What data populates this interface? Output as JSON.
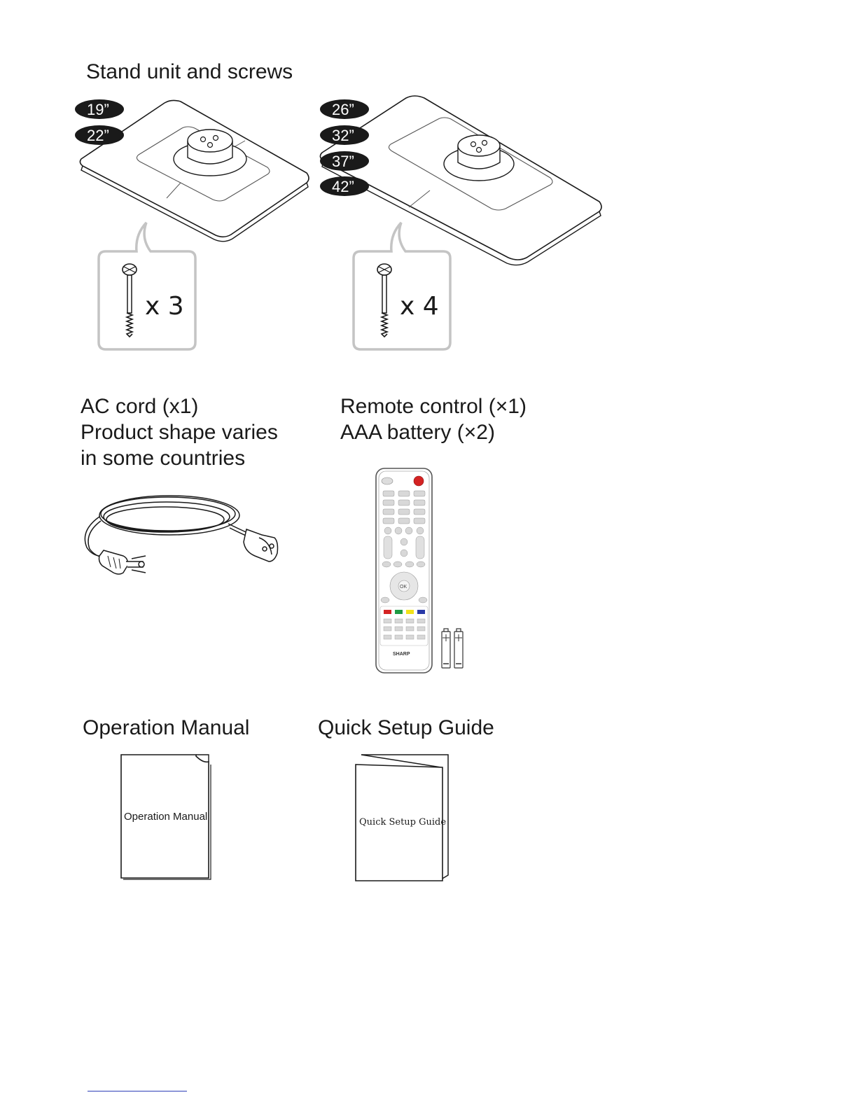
{
  "stand": {
    "title": "Stand unit and screws",
    "small_sizes": [
      "19”",
      "22”"
    ],
    "large_sizes": [
      "26”",
      "32”",
      "37”",
      "42”"
    ],
    "small_screws": "x 3",
    "large_screws": "x 4"
  },
  "ac_cord": {
    "line1": "AC cord (x1)",
    "line2": "Product shape varies",
    "line3": "in some countries"
  },
  "remote": {
    "line1": "Remote control (×1)",
    "line2": "AAA battery (×2)",
    "brand": "SHARP",
    "ok_label": "OK"
  },
  "manual": {
    "title": "Operation Manual",
    "cover_text": "Operation Manual"
  },
  "guide": {
    "title": "Quick Setup Guide",
    "cover_text": "Quick Setup Guide"
  },
  "colors": {
    "badge": "#1a1a1a",
    "callout_border": "#c4c4c4",
    "footer_rule": "#2d3fb8"
  }
}
